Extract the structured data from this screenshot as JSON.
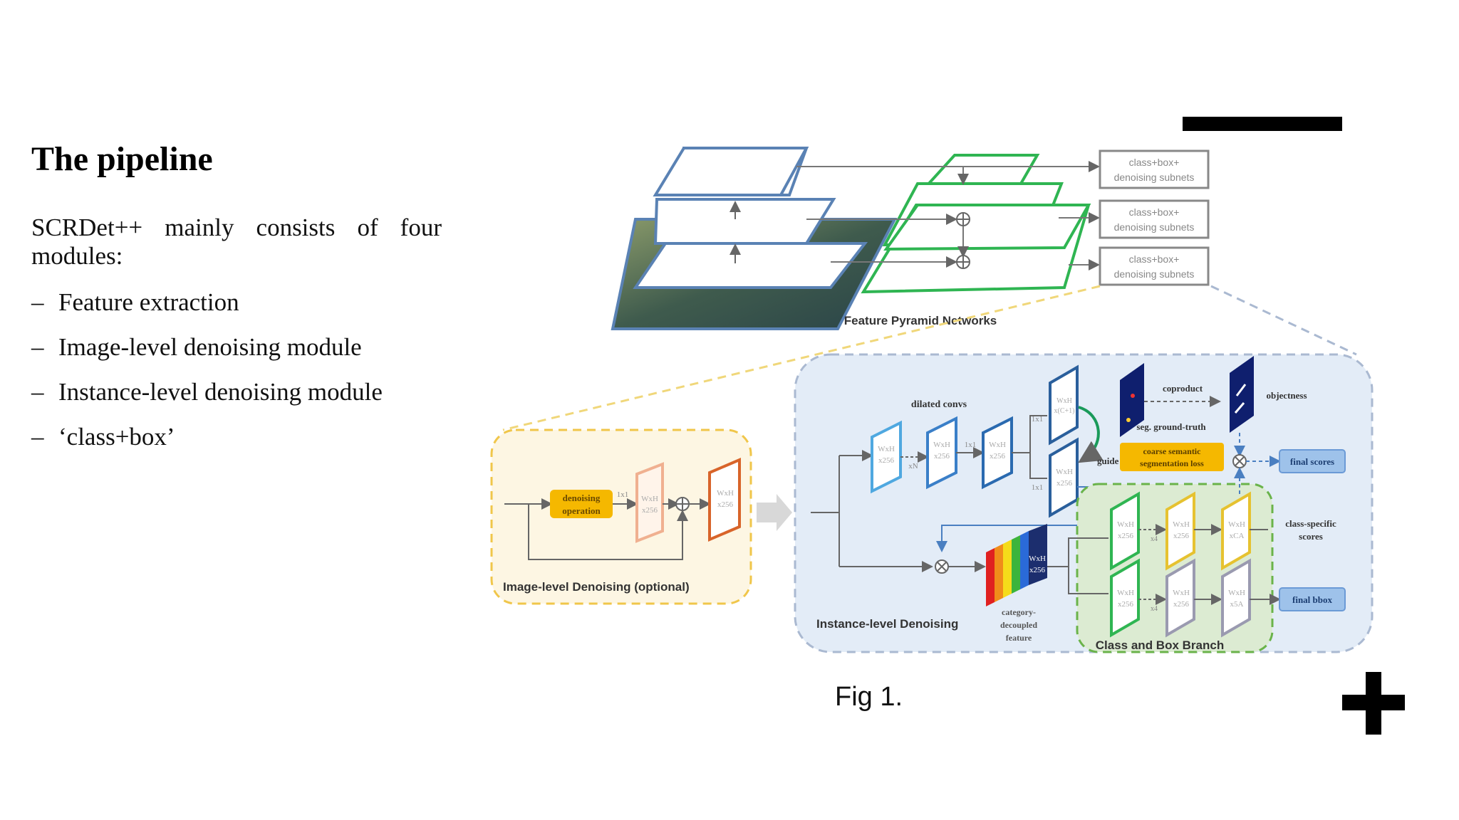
{
  "slide": {
    "title": "The pipeline",
    "intro": "SCRDet++ mainly consists of four modules:",
    "bullet_marker": "–",
    "bullets": [
      "Feature extraction",
      "Image-level denoising module",
      "Instance-level denoising module",
      "‘class+box’"
    ],
    "caption": "Fig 1."
  },
  "figure": {
    "fpn_title": "Feature Pyramid Networks",
    "subnet_line1": "class+box+",
    "subnet_line2": "denoising subnets",
    "image_level": {
      "title": "Image-level Denoising (optional)",
      "op_line1": "denoising",
      "op_line2": "operation",
      "conv": "1x1",
      "map_line1": "WxH",
      "map_line2": "x256"
    },
    "instance_level": {
      "title": "Instance-level Denoising",
      "dilated": "dilated convs",
      "xN": "xN",
      "k1x1": "1x1",
      "c1_line2": "x(C+1)",
      "guide": "guide",
      "coproduct": "coproduct",
      "objectness": "objectness",
      "seg_gt": "seg. ground-truth",
      "loss_line1": "coarse semantic",
      "loss_line2": "segmentation loss",
      "final_scores": "final scores",
      "cat_line1": "category-",
      "cat_line2": "decoupled",
      "cat_line3": "feature"
    },
    "branch": {
      "title": "Class and Box Branch",
      "x4": "x4",
      "ca": "xCA",
      "sa": "x5A",
      "class_line1": "class-specific",
      "class_line2": "scores",
      "final_bbox": "final bbox"
    }
  },
  "colors": {
    "fpn_blue": "#5a82b4",
    "fpn_green": "#2fb552",
    "yellow_panel": "#fdf6e3",
    "blue_panel": "#e3ecf7",
    "green_panel": "#dcebd2",
    "orange_box": "#f5b800",
    "blue_button": "#9ec2ea"
  }
}
